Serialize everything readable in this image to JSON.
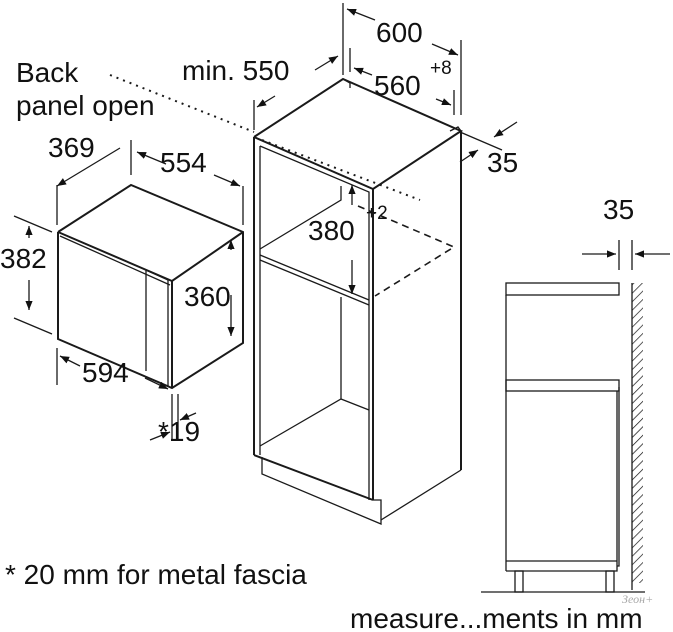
{
  "labels": {
    "back_panel_line1": "Back",
    "back_panel_line2": "panel open",
    "min_depth": "min. 550",
    "cabinet_width": "600",
    "niche_width": "560",
    "niche_width_tol": "+8",
    "side_panel": "35",
    "niche_height": "380",
    "niche_height_tol": "+2",
    "appliance_depth": "369",
    "appliance_body_width": "554",
    "appliance_height": "382",
    "appliance_body_height": "360",
    "appliance_width": "594",
    "fascia": "*19",
    "side_gap": "35"
  },
  "footnote": "* 20 mm for metal fascia",
  "caption": "measure...ments in mm",
  "watermark": "Зеон+"
}
